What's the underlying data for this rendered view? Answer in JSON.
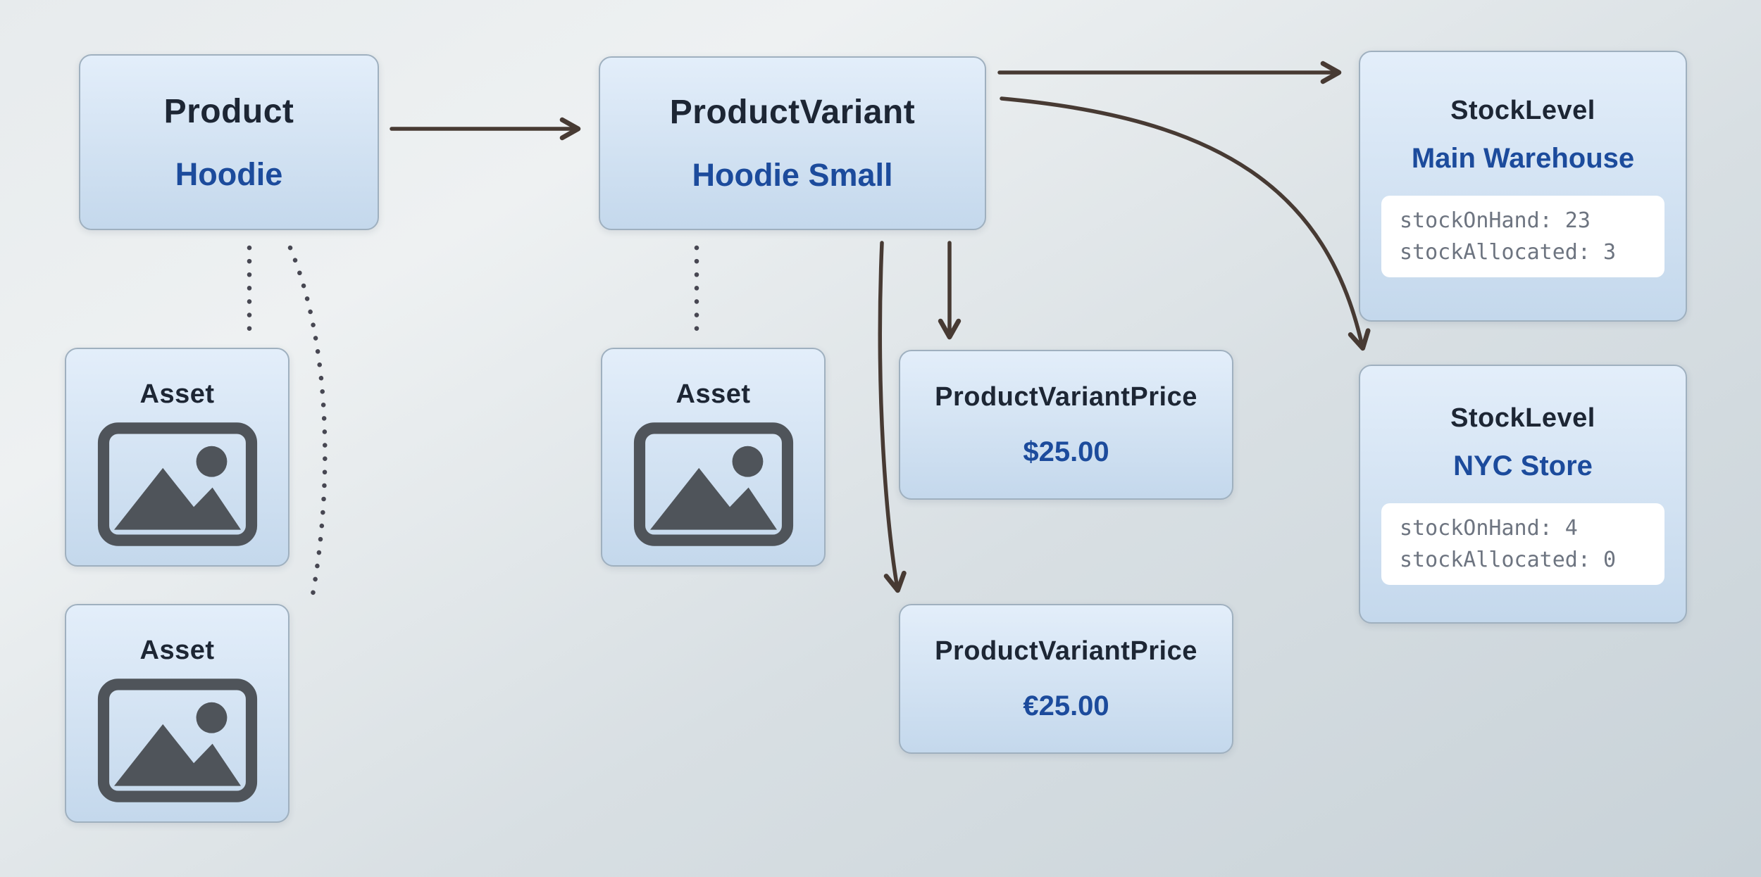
{
  "colors": {
    "node_background_top": "#e3eefa",
    "node_background_bottom": "#c4d8ec",
    "node_border": "#9fb0bf",
    "title_text": "#1d2634",
    "subtitle_text": "#1c4b9c",
    "code_text": "#6d7480",
    "code_background": "#ffffff",
    "arrow": "#473a33",
    "dotted_connector": "#474752",
    "asset_icon": "#4f545a"
  },
  "icons": {
    "asset_placeholder": "image-icon"
  },
  "nodes": {
    "product": {
      "title": "Product",
      "subtitle": "Hoodie"
    },
    "product_variant": {
      "title": "ProductVariant",
      "subtitle": "Hoodie Small"
    },
    "stock_level_main": {
      "title": "StockLevel",
      "subtitle": "Main Warehouse",
      "code_line1": "stockOnHand: 23",
      "code_line2": "stockAllocated: 3"
    },
    "stock_level_nyc": {
      "title": "StockLevel",
      "subtitle": "NYC Store",
      "code_line1": "stockOnHand: 4",
      "code_line2": "stockAllocated: 0"
    },
    "price_usd": {
      "title": "ProductVariantPrice",
      "subtitle": "$25.00"
    },
    "price_eur": {
      "title": "ProductVariantPrice",
      "subtitle": "€25.00"
    },
    "asset_product_1": {
      "title": "Asset"
    },
    "asset_product_2": {
      "title": "Asset"
    },
    "asset_variant": {
      "title": "Asset"
    }
  }
}
